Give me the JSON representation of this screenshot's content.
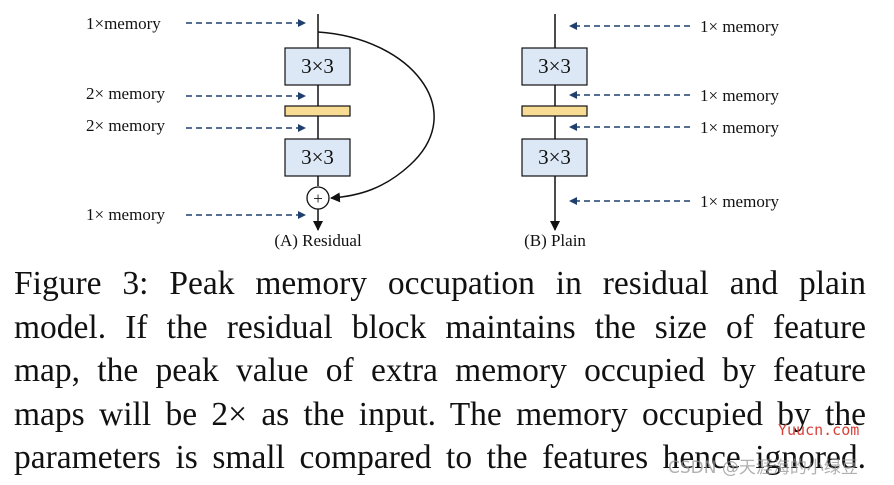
{
  "residual": {
    "labels": [
      "1×memory",
      "2× memory",
      "2× memory",
      "1× memory"
    ],
    "box_top": "3×3",
    "box_bottom": "3×3",
    "add_symbol": "+",
    "caption": "(A) Residual"
  },
  "plain": {
    "labels": [
      "1× memory",
      "1× memory",
      "1× memory",
      "1× memory"
    ],
    "box_top": "3×3",
    "box_bottom": "3×3",
    "caption": "(B) Plain"
  },
  "figure_caption": {
    "lines": [
      "Figure 3:  Peak memory occupation in residual and plain",
      "model.  If the residual block maintains the size of feature",
      "map, the peak value of extra memory occupied by feature",
      "maps will be 2× as the input. The memory occupied by the",
      "parameters is small compared to the features hence ignored."
    ]
  },
  "watermarks": {
    "site": "Yuucn.com",
    "author": "CSDN @天涯海的小绿豆"
  },
  "colors": {
    "box_fill": "#dce8f5",
    "bn_fill": "#f8dc94",
    "arrow_dash": "#1f3f6e",
    "line": "#111111"
  }
}
